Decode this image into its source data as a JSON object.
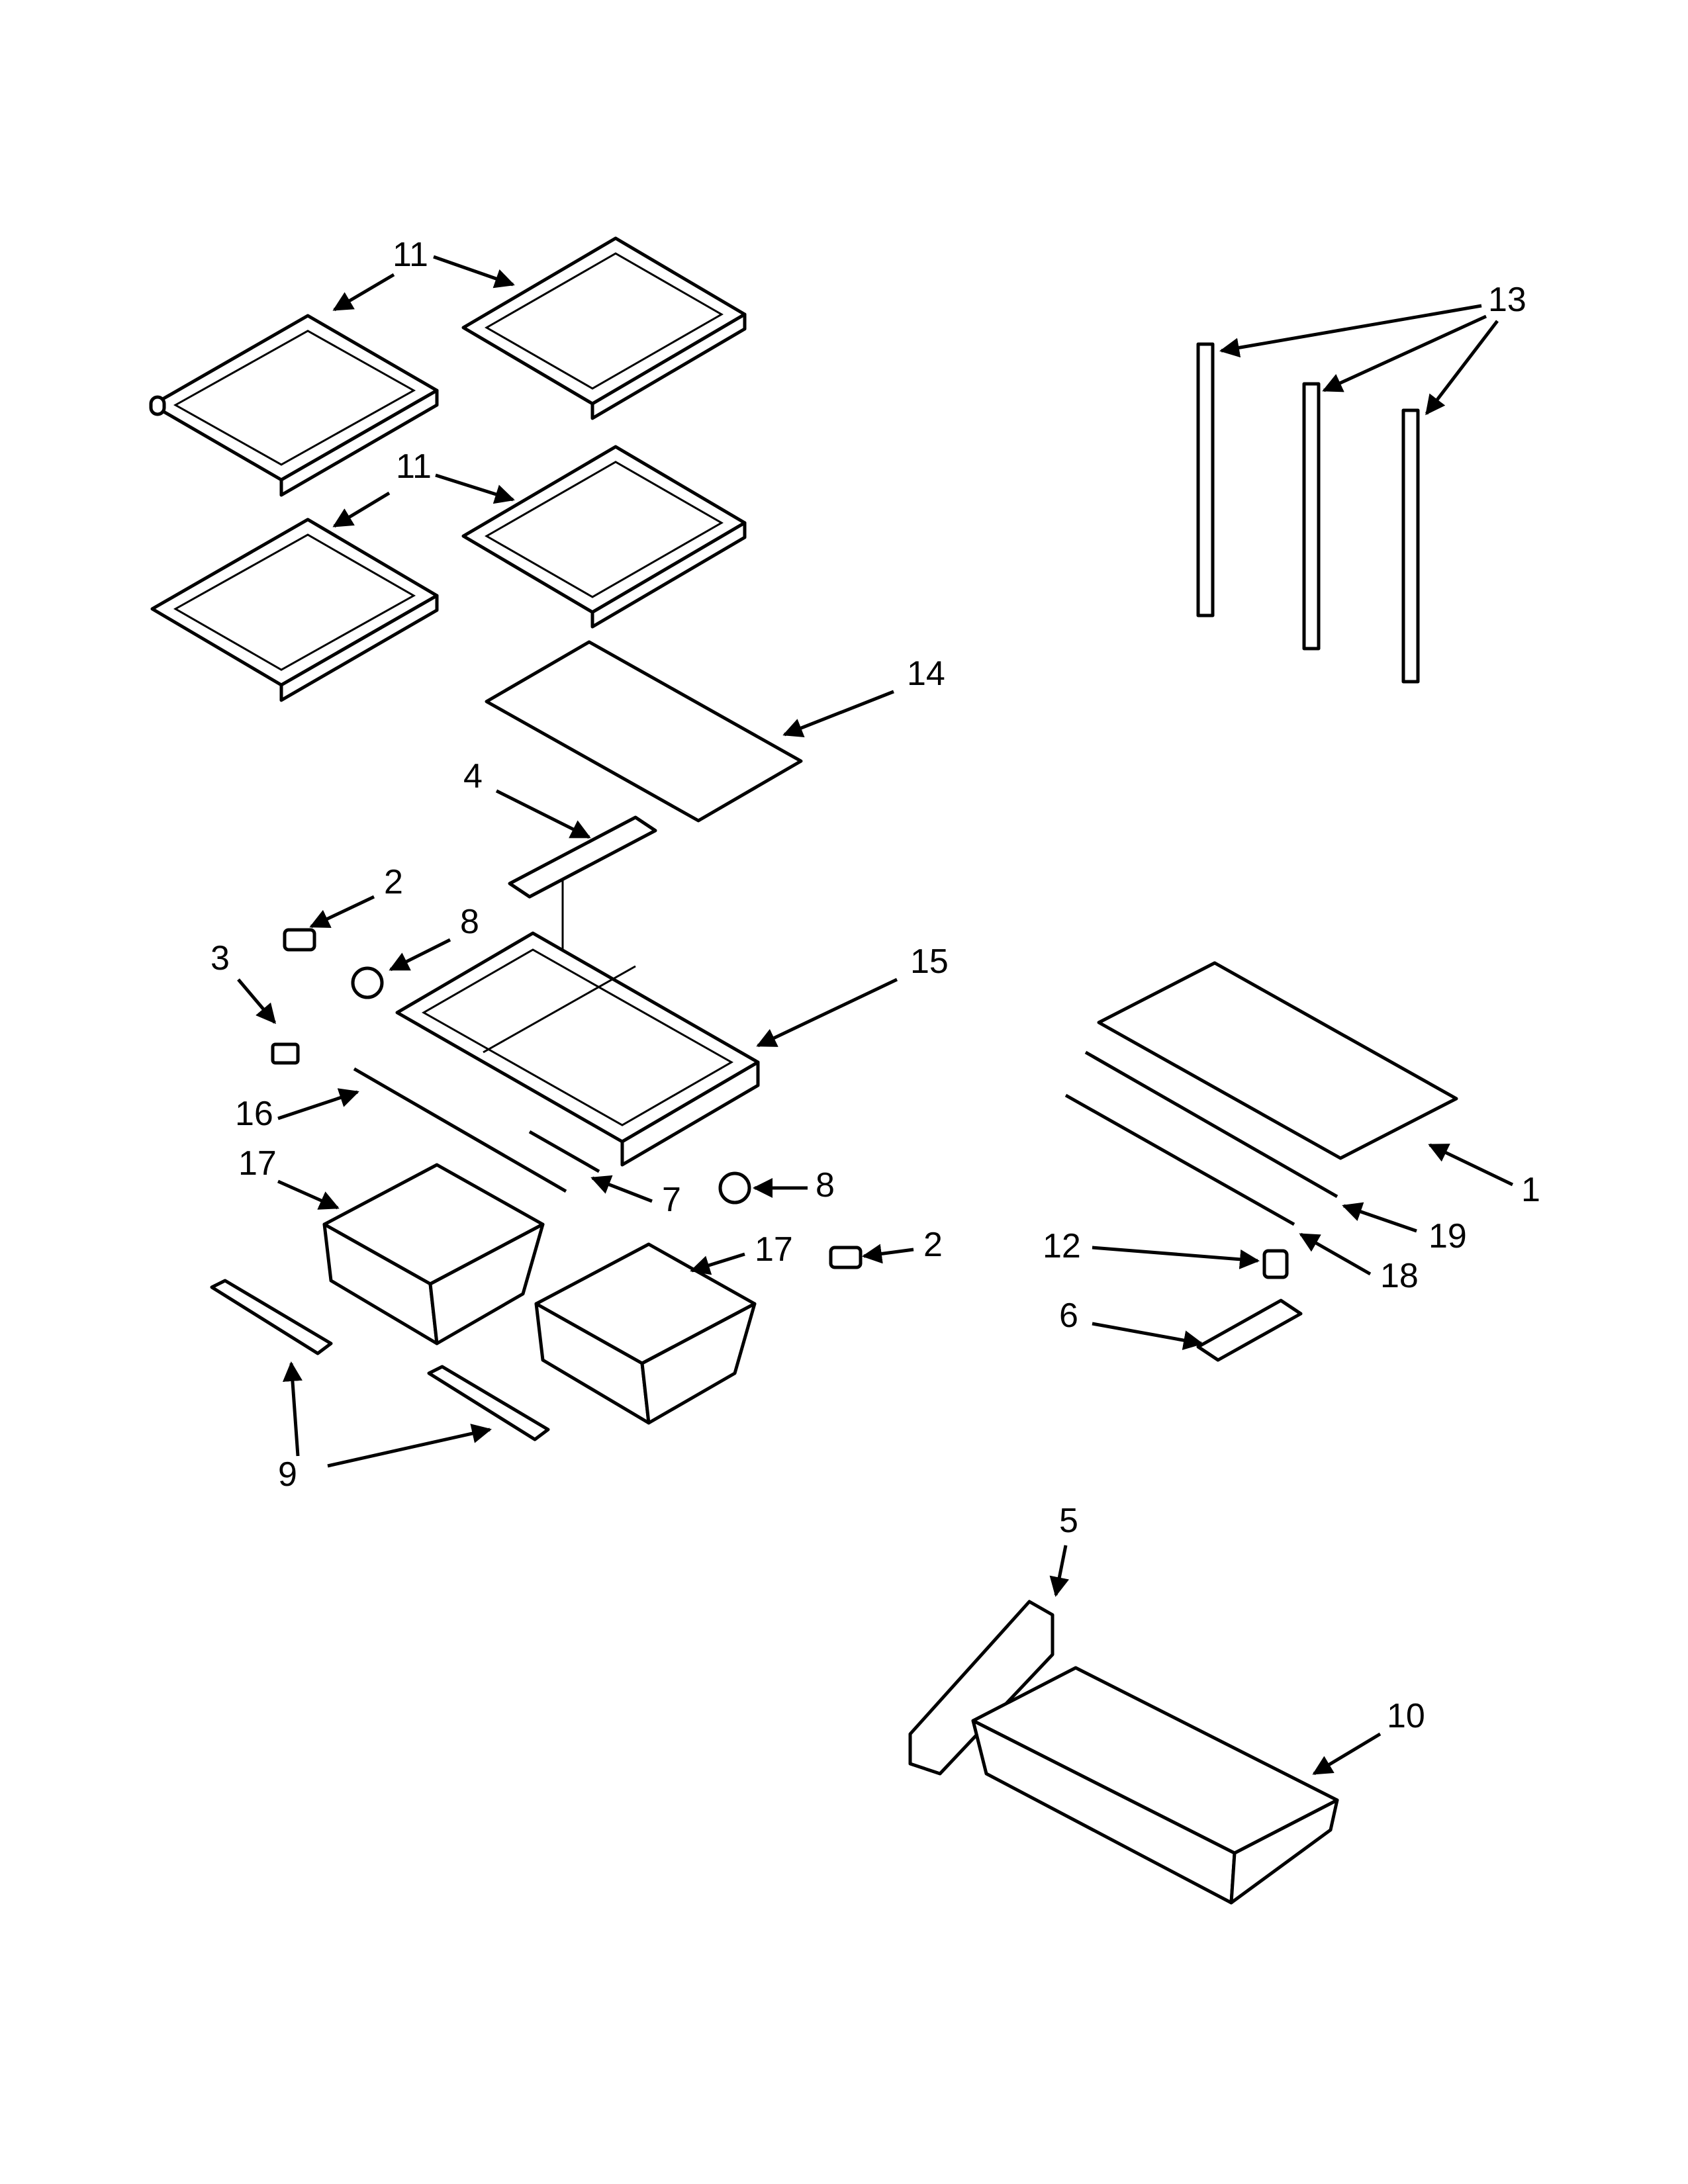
{
  "callouts": {
    "c11a": "11",
    "c11b": "11",
    "c13": "13",
    "c14": "14",
    "c4": "4",
    "c2a": "2",
    "c8a": "8",
    "c3": "3",
    "c15": "15",
    "c16": "16",
    "c17a": "17",
    "c7": "7",
    "c8b": "8",
    "c1": "1",
    "c19": "19",
    "c2b": "2",
    "c17b": "17",
    "c12": "12",
    "c18": "18",
    "c6": "6",
    "c9": "9",
    "c5": "5",
    "c10": "10"
  }
}
